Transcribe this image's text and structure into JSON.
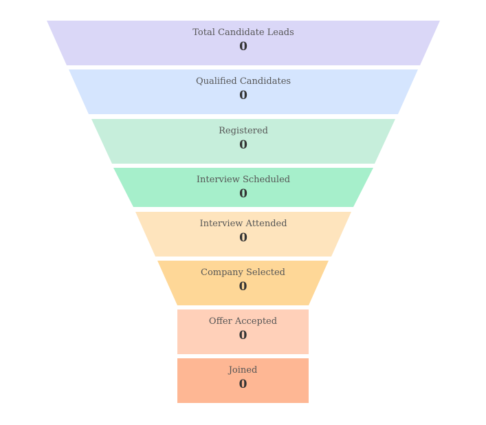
{
  "chart_data": {
    "type": "funnel",
    "title": "",
    "stages": [
      {
        "label": "Total Candidate Leads",
        "value": 0,
        "color": "#dad7f7"
      },
      {
        "label": "Qualified Candidates",
        "value": 0,
        "color": "#d5e5fe"
      },
      {
        "label": "Registered",
        "value": 0,
        "color": "#c6eedb"
      },
      {
        "label": "Interview Scheduled",
        "value": 0,
        "color": "#a6efcb"
      },
      {
        "label": "Interview Attended",
        "value": 0,
        "color": "#fee4bd"
      },
      {
        "label": "Company Selected",
        "value": 0,
        "color": "#fed797"
      },
      {
        "label": "Offer Accepted",
        "value": 0,
        "color": "#ffd0b9"
      },
      {
        "label": "Joined",
        "value": 0,
        "color": "#feb794"
      }
    ]
  }
}
